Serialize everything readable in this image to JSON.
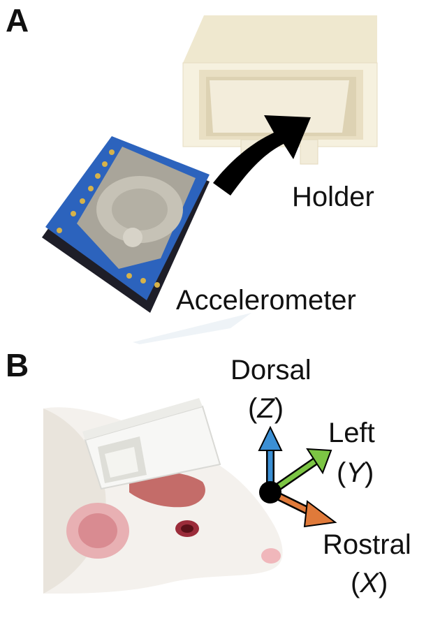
{
  "panels": {
    "a": {
      "letter": "A"
    },
    "b": {
      "letter": "B"
    }
  },
  "labels": {
    "holder": "Holder",
    "accelerometer": "Accelerometer"
  },
  "axes": {
    "z": {
      "name": "Dorsal",
      "letter": "Z",
      "color": "#3b8fd4"
    },
    "y": {
      "name": "Left",
      "letter": "Y",
      "color": "#7cc544"
    },
    "x": {
      "name": "Rostral",
      "letter": "X",
      "color": "#e07a3a"
    }
  },
  "colors": {
    "holder": "#f4efdc",
    "pcb": "#2b5fb8",
    "battery_holder": "#b9b4a6",
    "arrow": "#000000",
    "rat_fur": "#f3f0ec",
    "rat_skin": "#e9a3a6"
  }
}
